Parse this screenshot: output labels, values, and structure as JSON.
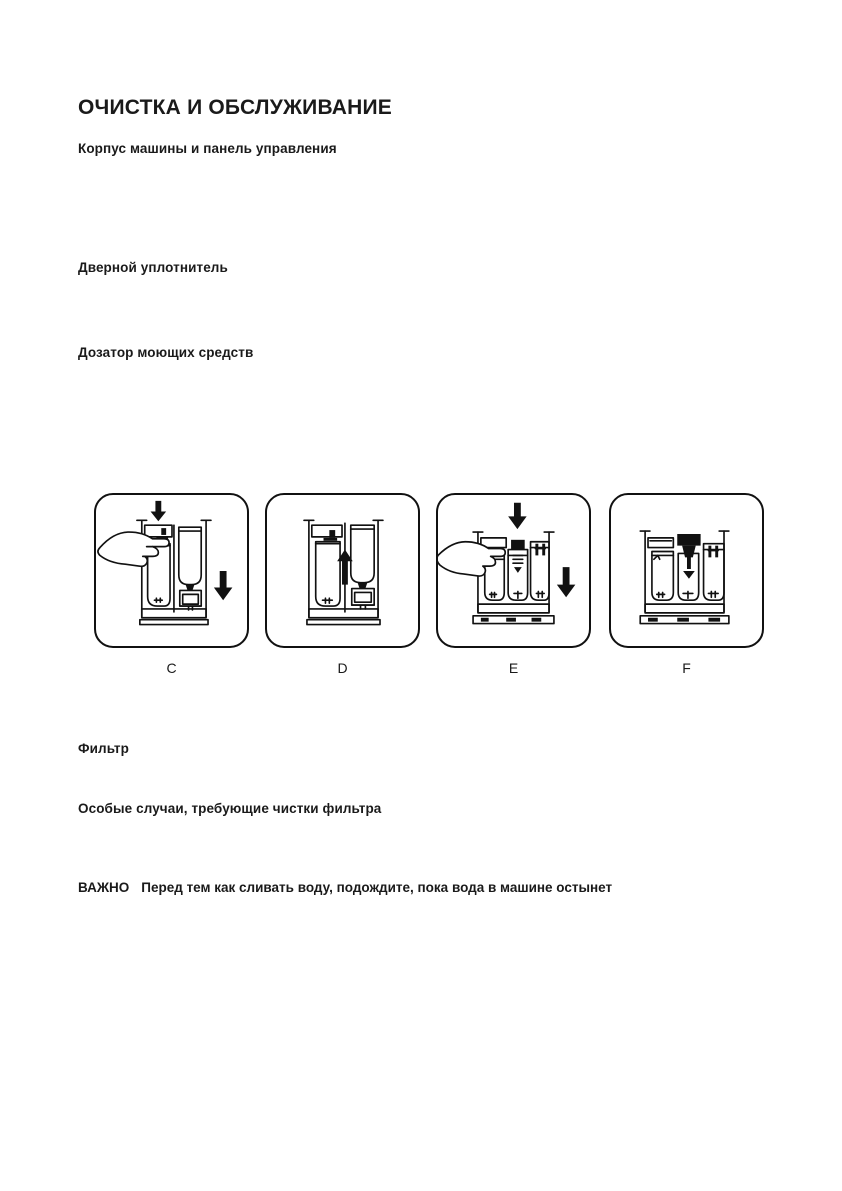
{
  "document": {
    "title": "ОЧИСТКА И ОБСЛУЖИВАНИЕ",
    "sections": [
      {
        "heading": "Корпус машины и панель управления"
      },
      {
        "heading": "Дверной уплотнитель"
      },
      {
        "heading": "Дозатор моющих средств"
      },
      {
        "heading": "Фильтр"
      },
      {
        "heading": "Особые случаи, требующие чистки фильтра"
      }
    ],
    "important": {
      "label": "ВАЖНО",
      "text": "Перед тем как сливать воду, подождите, пока вода в машине остынет"
    }
  },
  "figures": {
    "panels": [
      {
        "label": "C",
        "description": "Рука нажимает на дозатор моющих средств, стрелка вниз"
      },
      {
        "label": "D",
        "description": "Дозатор моющих средств, стрелка вверх"
      },
      {
        "label": "E",
        "description": "Рука снимает вставку из отделения дозатора, стрелки вниз"
      },
      {
        "label": "F",
        "description": "Дозатор с установленной вставкой сифона"
      }
    ]
  },
  "colors": {
    "ink": "#1a1a1a",
    "line": "#111111",
    "paper": "#ffffff"
  }
}
